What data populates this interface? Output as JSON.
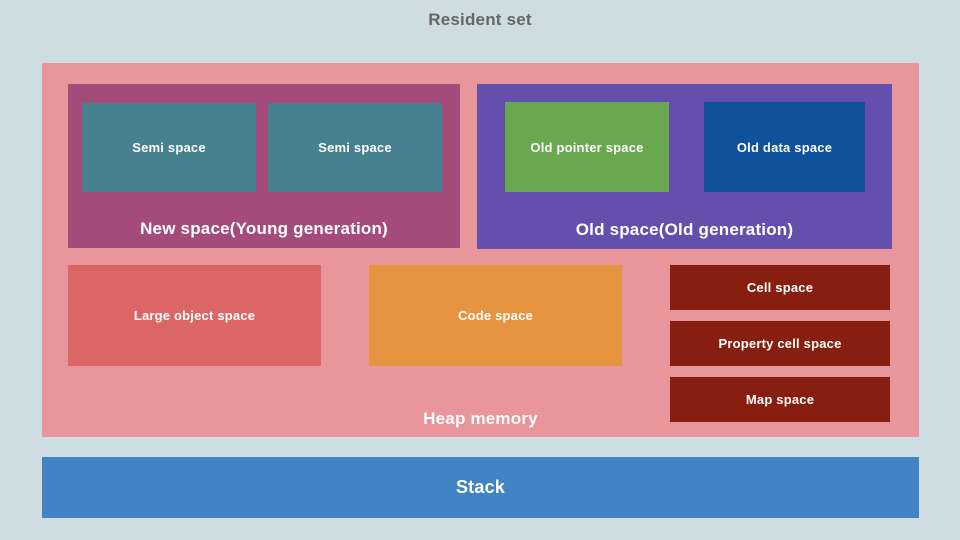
{
  "title": "Resident set",
  "heap": {
    "label": "Heap memory",
    "new_space": {
      "label": "New space(Young generation)",
      "children": [
        "Semi space",
        "Semi space"
      ]
    },
    "old_space": {
      "label": "Old space(Old generation)",
      "children": [
        "Old pointer space",
        "Old data space"
      ]
    },
    "large_object_space": {
      "label": "Large object space"
    },
    "code_space": {
      "label": "Code space"
    },
    "side_spaces": [
      {
        "label": "Cell space"
      },
      {
        "label": "Property cell space"
      },
      {
        "label": "Map space"
      }
    ]
  },
  "stack": {
    "label": "Stack"
  },
  "colors": {
    "background": "#cddde2",
    "heap": "#e8959c",
    "new_space": "#a54b7b",
    "semi_space": "#47818f",
    "old_space": "#654fad",
    "old_pointer_space": "#69a84f",
    "old_data_space": "#0f519b",
    "large_object_space": "#dc6565",
    "code_space": "#e69440",
    "cell_spaces": "#871f10",
    "stack": "#4183c5",
    "title_text": "#666666",
    "label_text": "#ffffff"
  }
}
